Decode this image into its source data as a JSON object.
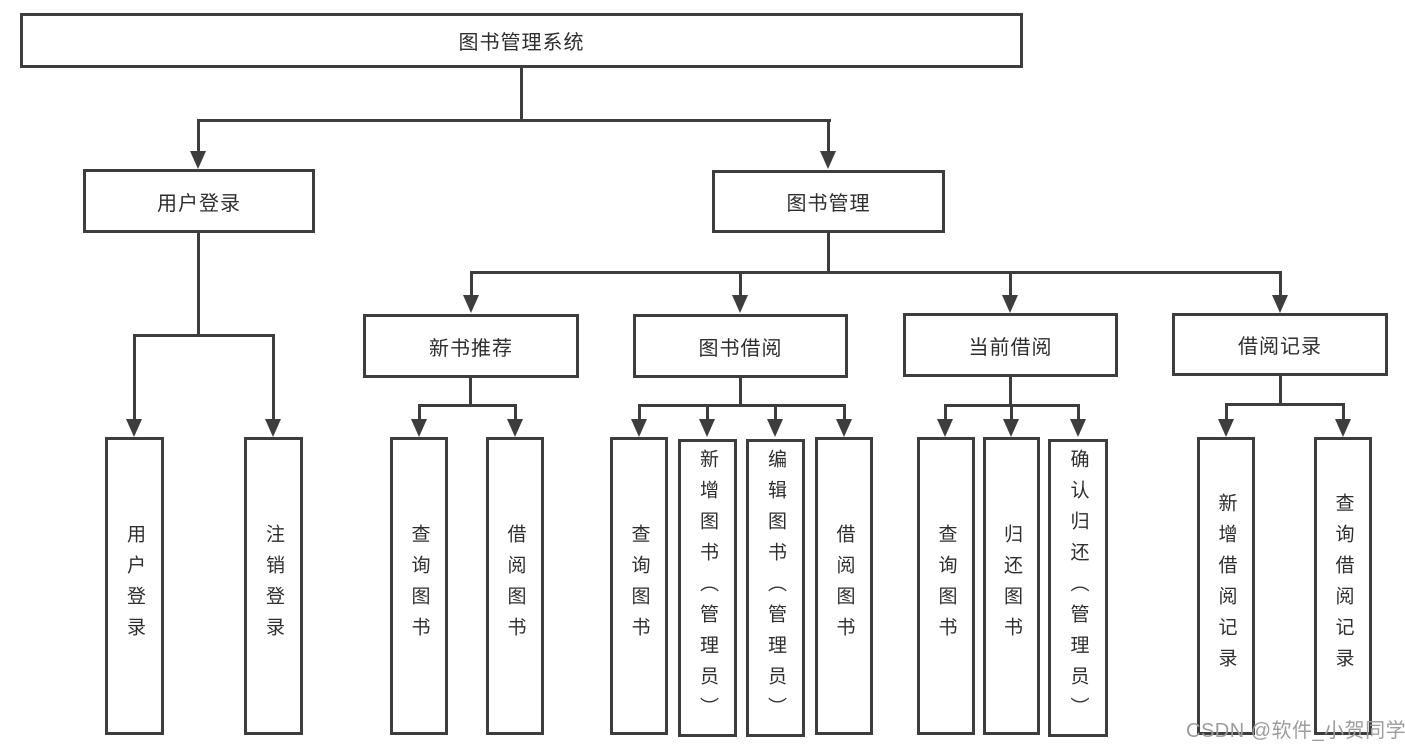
{
  "diagram": {
    "root": {
      "label": "图书管理系统"
    },
    "branches": [
      {
        "label": "用户登录",
        "children": [
          {
            "label": "用户登录"
          },
          {
            "label": "注销登录"
          }
        ]
      },
      {
        "label": "图书管理",
        "children": [
          {
            "label": "新书推荐",
            "children": [
              {
                "label": "查询图书"
              },
              {
                "label": "借阅图书"
              }
            ]
          },
          {
            "label": "图书借阅",
            "children": [
              {
                "label": "查询图书"
              },
              {
                "label": "新增图书（管理员）"
              },
              {
                "label": "编辑图书（管理员）"
              },
              {
                "label": "借阅图书"
              }
            ]
          },
          {
            "label": "当前借阅",
            "children": [
              {
                "label": "查询图书"
              },
              {
                "label": "归还图书"
              },
              {
                "label": "确认归还（管理员）"
              }
            ]
          },
          {
            "label": "借阅记录",
            "children": [
              {
                "label": "新增借阅记录"
              },
              {
                "label": "查询借阅记录"
              }
            ]
          }
        ]
      }
    ],
    "line_color": "#3d3d3d",
    "background_color": "#ffffff"
  },
  "watermark": {
    "text": "CSDN @软件_小贺同学"
  }
}
